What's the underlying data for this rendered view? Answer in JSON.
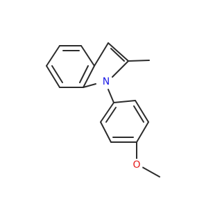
{
  "molecule": {
    "atoms": [
      {
        "id": "N",
        "label": "N",
        "color": "#1a1ae6"
      },
      {
        "id": "O",
        "label": "O",
        "color": "#e61a1a"
      }
    ]
  }
}
